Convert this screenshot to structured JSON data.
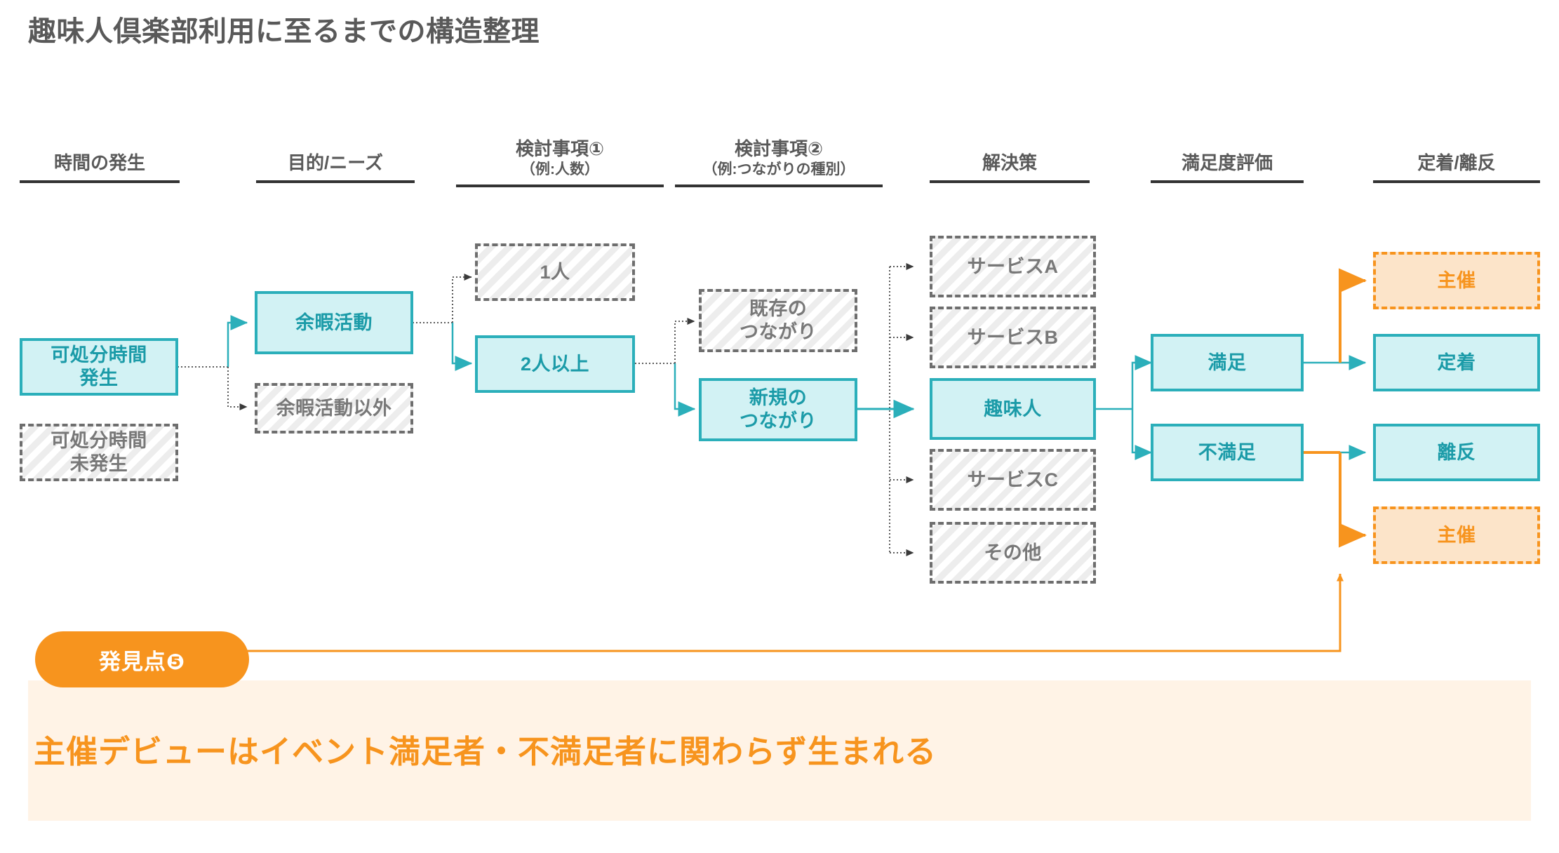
{
  "page": {
    "title": "趣味人倶楽部利用に至るまでの構造整理",
    "background": "#ffffff"
  },
  "colors": {
    "teal_border": "#2BAFBA",
    "teal_fill": "#D2F2F4",
    "teal_text": "#1B9BA8",
    "orange": "#F7941E",
    "orange_fill": "#FCE4C9",
    "banner_bg": "#FFF3E6",
    "inactive_border": "#6E6E6E",
    "inactive_text": "#787878",
    "title_text": "#595959"
  },
  "columns": [
    {
      "id": "time",
      "line1": "時間の発生",
      "line2": ""
    },
    {
      "id": "purpose",
      "line1": "目的/ニーズ",
      "line2": ""
    },
    {
      "id": "consider1",
      "line1": "検討事項①",
      "line2": "（例:人数）"
    },
    {
      "id": "consider2",
      "line1": "検討事項②",
      "line2": "（例:つながりの種別）"
    },
    {
      "id": "solution",
      "line1": "解決策",
      "line2": ""
    },
    {
      "id": "satisfaction",
      "line1": "満足度評価",
      "line2": ""
    },
    {
      "id": "retention",
      "line1": "定着/離反",
      "line2": ""
    }
  ],
  "nodes": {
    "time_yes": {
      "label": "可処分時間\n発生",
      "state": "active"
    },
    "time_no": {
      "label": "可処分時間\n未発生",
      "state": "inactive"
    },
    "leisure": {
      "label": "余暇活動",
      "state": "active"
    },
    "non_leisure": {
      "label": "余暇活動以外",
      "state": "inactive"
    },
    "one_person": {
      "label": "1人",
      "state": "inactive"
    },
    "two_plus": {
      "label": "2人以上",
      "state": "active"
    },
    "existing_tie": {
      "label": "既存の\nつながり",
      "state": "inactive"
    },
    "new_tie": {
      "label": "新規の\nつながり",
      "state": "active"
    },
    "service_a": {
      "label": "サービスA",
      "state": "inactive"
    },
    "service_b": {
      "label": "サービスB",
      "state": "inactive"
    },
    "shumito": {
      "label": "趣味人",
      "state": "active"
    },
    "service_c": {
      "label": "サービスC",
      "state": "inactive"
    },
    "other": {
      "label": "その他",
      "state": "inactive"
    },
    "satisfied": {
      "label": "満足",
      "state": "active"
    },
    "dissatisfied": {
      "label": "不満足",
      "state": "active"
    },
    "host_top": {
      "label": "主催",
      "state": "orange"
    },
    "retain": {
      "label": "定着",
      "state": "active"
    },
    "churn": {
      "label": "離反",
      "state": "active"
    },
    "host_bottom": {
      "label": "主催",
      "state": "orange"
    }
  },
  "finding": {
    "badge_label": "発見点❺",
    "headline": "主催デビューはイベント満足者・不満足者に関わらず生まれる"
  }
}
